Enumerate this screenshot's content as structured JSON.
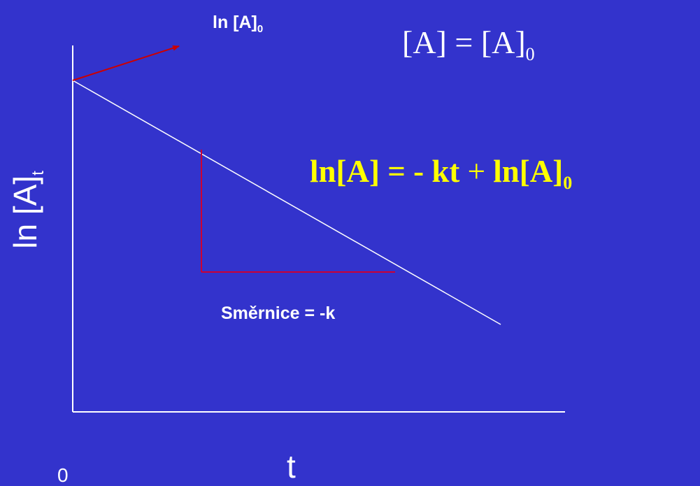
{
  "axes": {
    "y_label": "ln [A]",
    "y_label_sub": "t",
    "x_label": "t",
    "origin_label": "0"
  },
  "intercept": {
    "label": "ln [A]",
    "label_sub": "0"
  },
  "initial_condition": {
    "lhs": "[A]",
    "equals": " = ",
    "rhs": "[A]",
    "rhs_sub": "0"
  },
  "rate_law": {
    "part1": "ln[A] = - kt",
    "op": " + ",
    "part2": "ln[A]",
    "part2_sub": "0"
  },
  "slope": {
    "label": "Směrnice = -k"
  },
  "colors": {
    "background": "#3333cc",
    "foreground": "#ffffff",
    "accent": "#ffff00",
    "arrow": "#cc0000"
  }
}
